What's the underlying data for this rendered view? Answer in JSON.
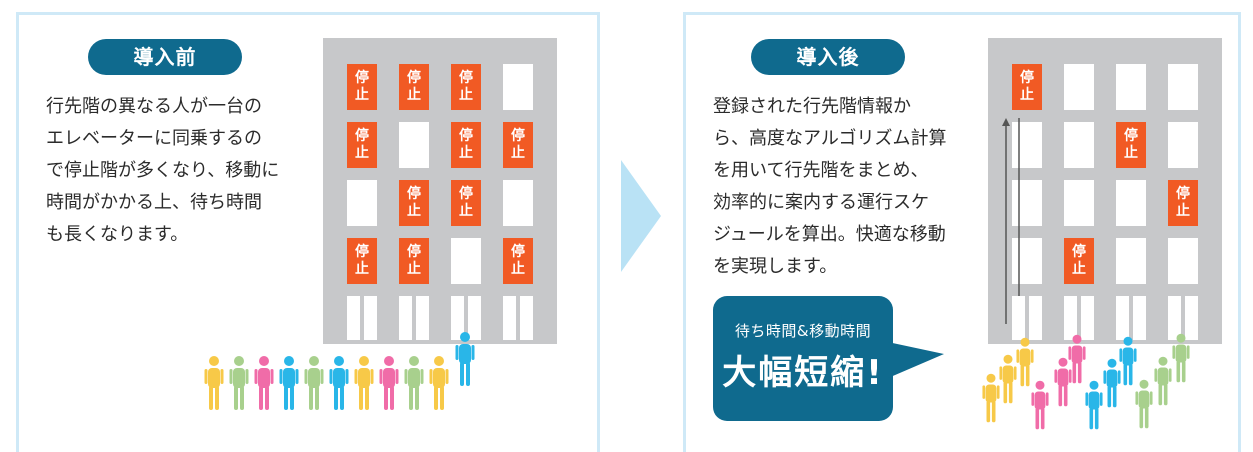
{
  "before": {
    "title": "導入前",
    "lines": [
      "行先階の異なる人が一台の",
      "エレベーターに同乗するの",
      "で停止階が多くなり、移動に",
      "時間がかかる上、待ち時間",
      "も長くなります。"
    ],
    "stop_label_top": "停",
    "stop_label_bottom": "止",
    "grid": [
      [
        true,
        true,
        true,
        false
      ],
      [
        true,
        false,
        true,
        true
      ],
      [
        false,
        true,
        true,
        false
      ],
      [
        true,
        true,
        false,
        true
      ]
    ],
    "people_colors": [
      "#f7c948",
      "#a8d08d",
      "#f06ca8",
      "#29b6e8",
      "#a8d08d",
      "#29b6e8",
      "#f7c948",
      "#f06ca8",
      "#a8d08d",
      "#f7c948"
    ]
  },
  "after": {
    "title": "導入後",
    "lines": [
      "登録された行先階情報か",
      "ら、高度なアルゴリズム計算",
      "を用いて行先階をまとめ、",
      "効率的に案内する運行スケ",
      "ジュールを算出。快適な移動",
      "を実現します。"
    ],
    "grid": [
      [
        true,
        false,
        false,
        false
      ],
      [
        false,
        false,
        true,
        false
      ],
      [
        false,
        false,
        false,
        true
      ],
      [
        false,
        true,
        false,
        false
      ]
    ],
    "callout_small": "待ち時間&移動時間",
    "callout_large": "大幅短縮!"
  },
  "colors": {
    "accent": "#0f6a8e",
    "stop": "#f15a24",
    "building": "#c7c8ca",
    "border": "#cfe9f7",
    "chevron": "#b9e2f5"
  }
}
